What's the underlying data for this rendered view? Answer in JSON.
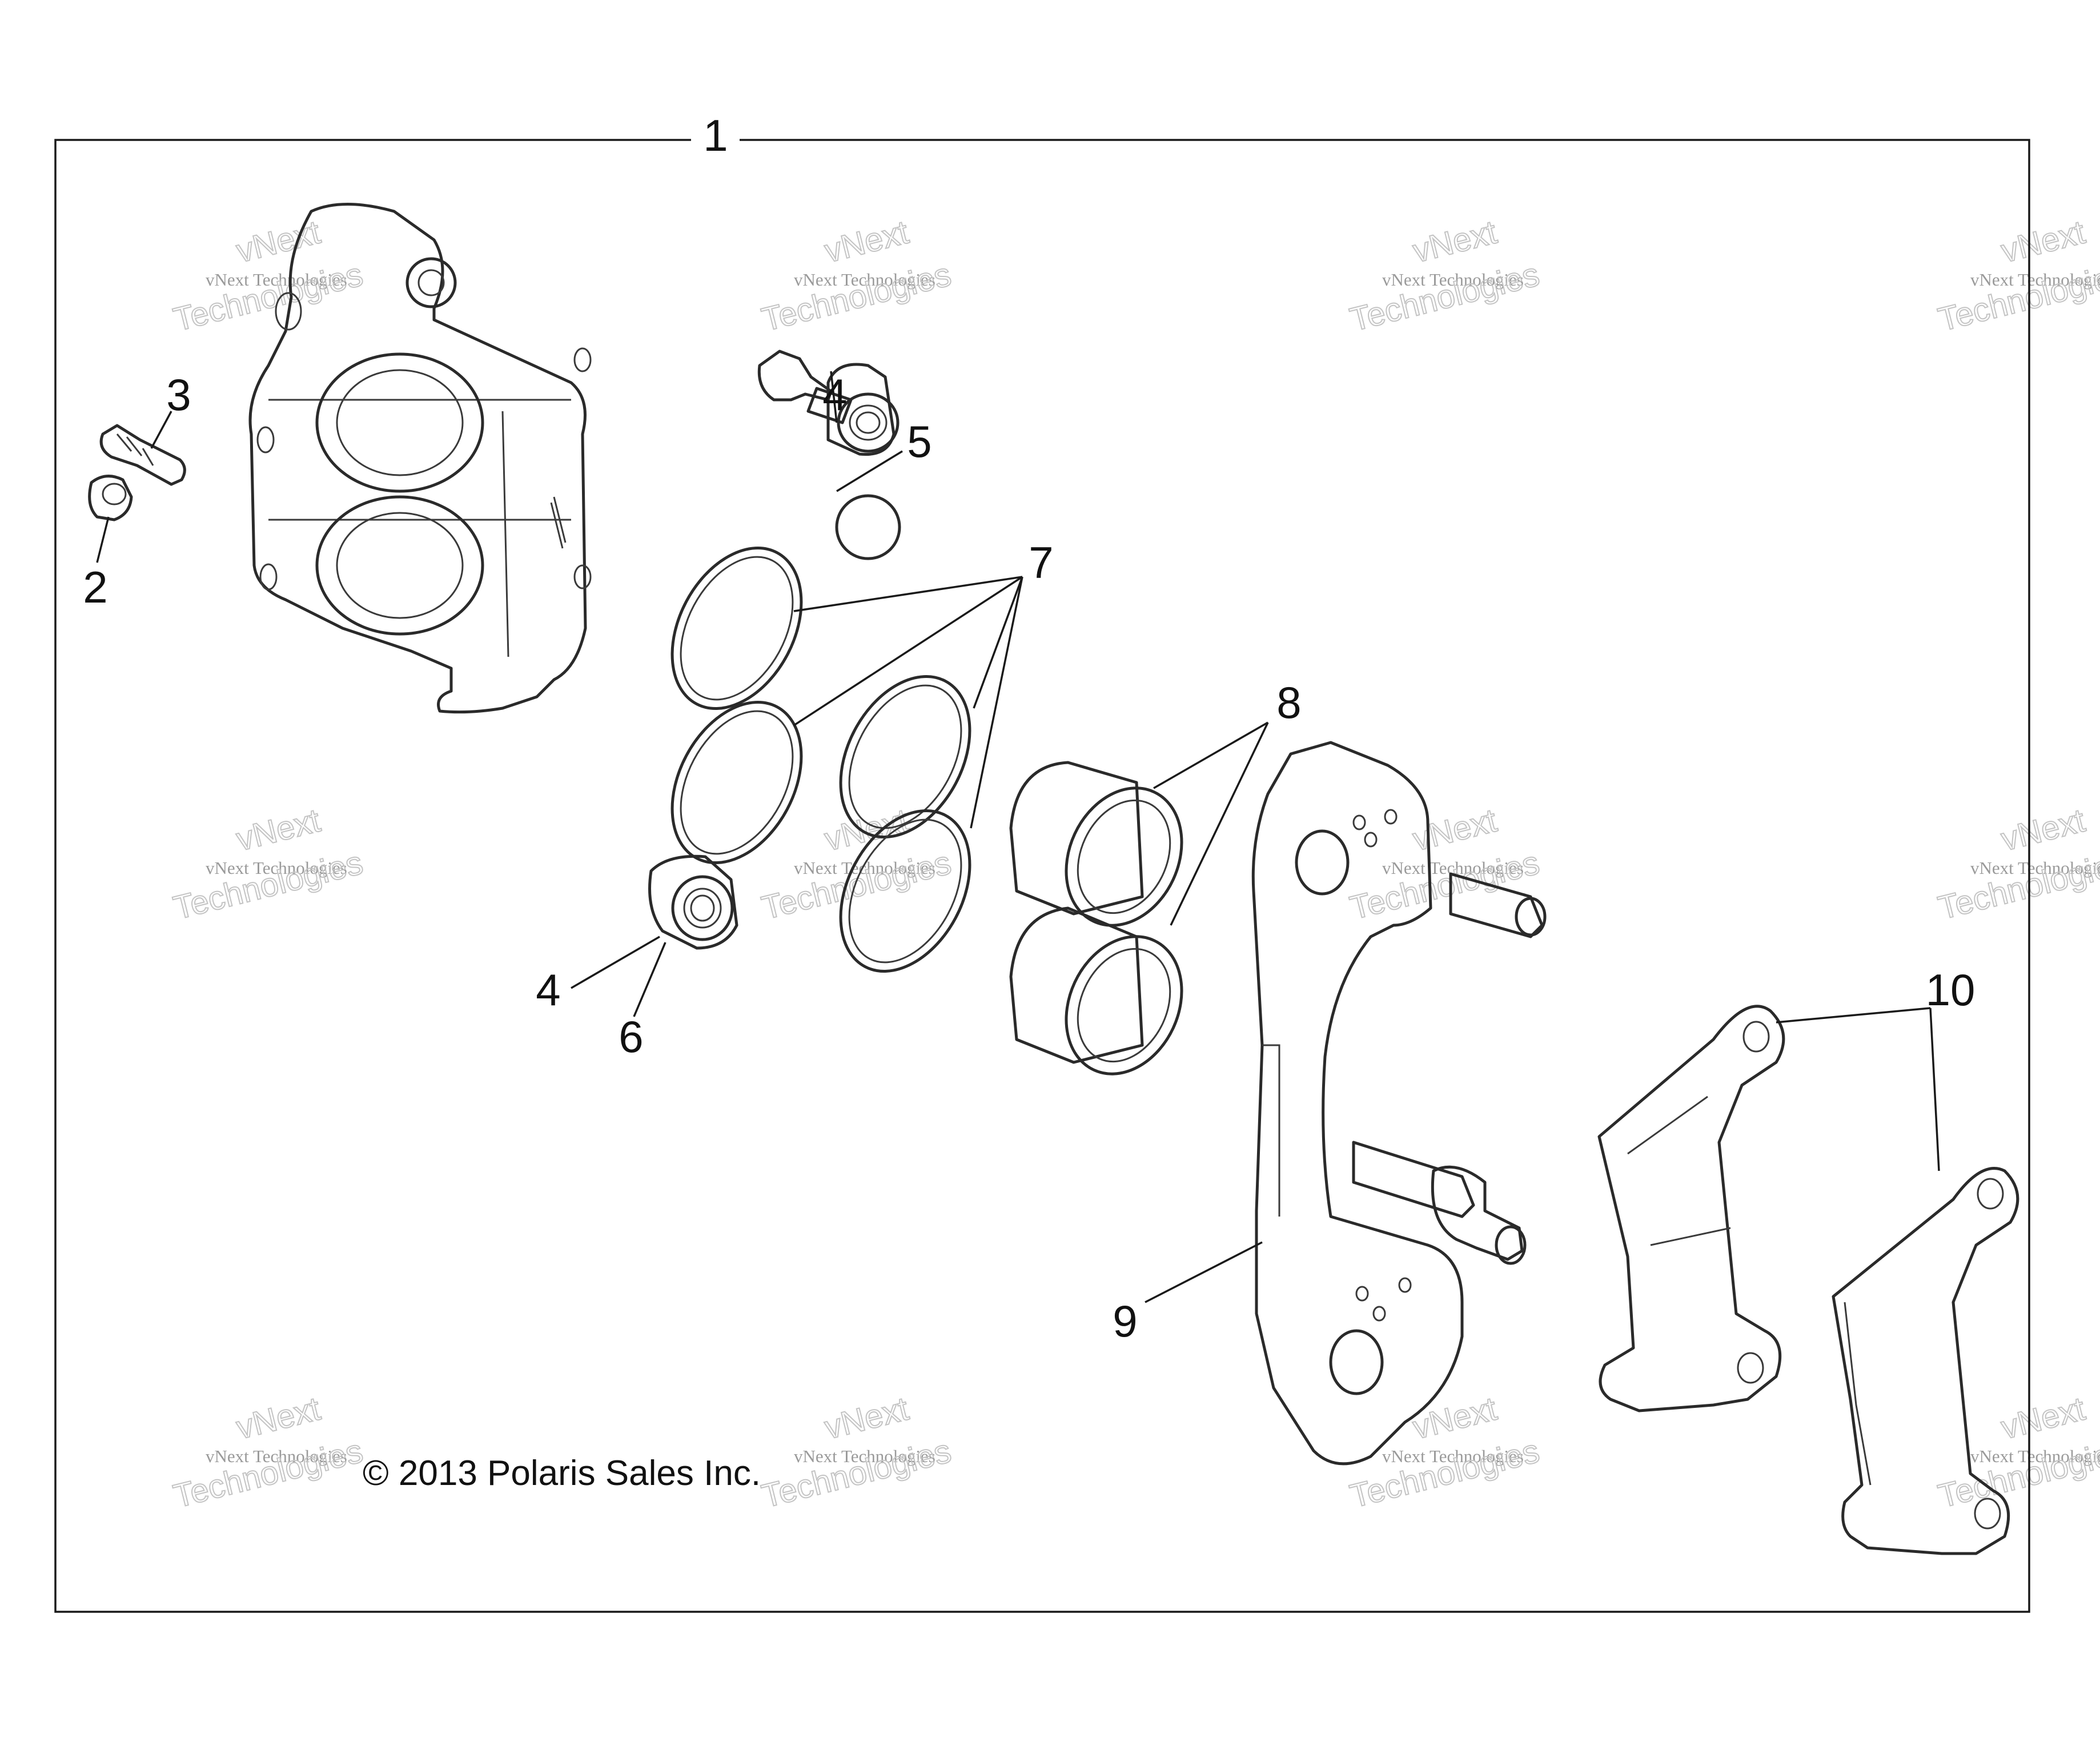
{
  "diagram": {
    "callouts": {
      "c1": "1",
      "c2": "2",
      "c3": "3",
      "c4a": "4",
      "c5": "5",
      "c7": "7",
      "c8": "8",
      "c4b": "4",
      "c6": "6",
      "c9": "9",
      "c10": "10"
    },
    "copyright": "© 2013 Polaris Sales Inc.",
    "watermark": {
      "line1": "vNext Technologies",
      "line2": "vNext",
      "line3": "Technologies"
    }
  }
}
